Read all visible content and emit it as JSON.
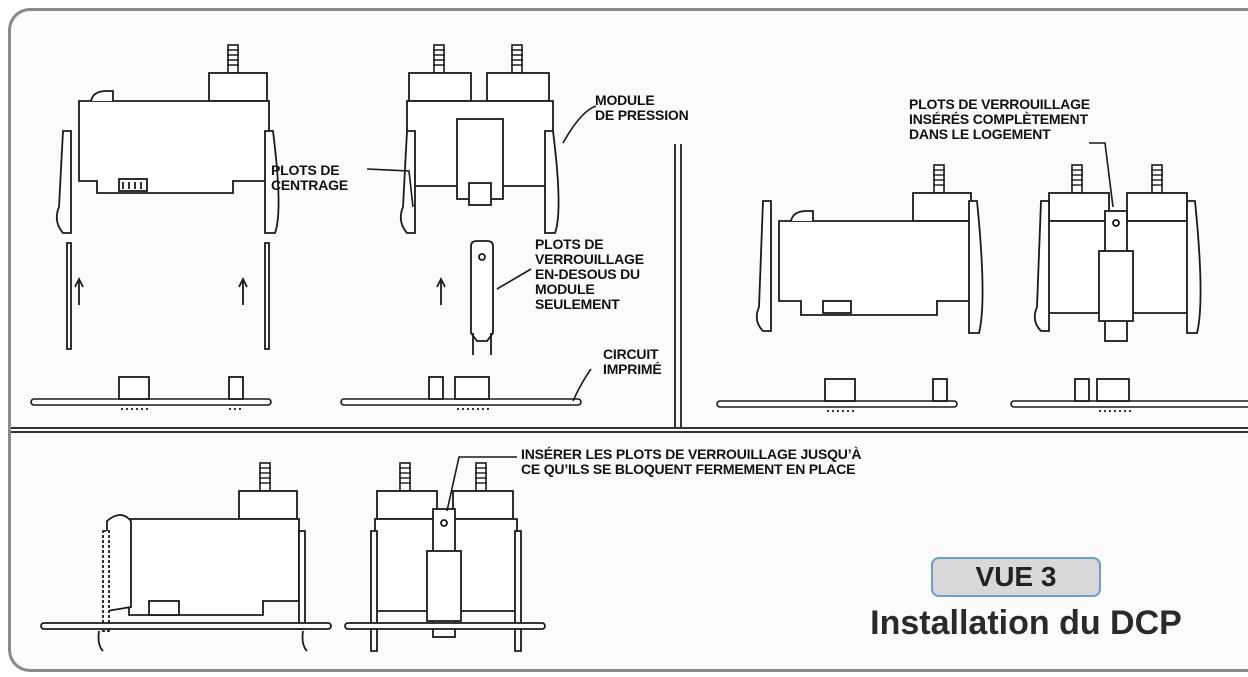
{
  "labels": {
    "module_pression": "MODULE\nDE PRESSION",
    "plots_centrage": "PLOTS DE\nCENTRAGE",
    "plots_verrouillage_dessous": "PLOTS DE\nVERROUILLAGE\nEN-DESOUS DU\nMODULE\nSEULEMENT",
    "circuit_imprime": "CIRCUIT\nIMPRIMÉ",
    "plots_inseres": "PLOTS DE VERROUILLAGE\nINSÉRÉS COMPLÈTEMENT\nDANS LE LOGEMENT",
    "inserer_plots": "INSÉRER LES PLOTS DE VERROUILLAGE JUSQU’À\nCE QU’ILS SE BLOQUENT FERMEMENT EN PLACE"
  },
  "view": {
    "badge": "VUE 3",
    "title": "Installation du DCP"
  },
  "colors": {
    "frame_border": "#8a8a8a",
    "badge_border": "#6d9ec1",
    "badge_fill": "#d8d8d8",
    "line": "#1a1a1a"
  }
}
